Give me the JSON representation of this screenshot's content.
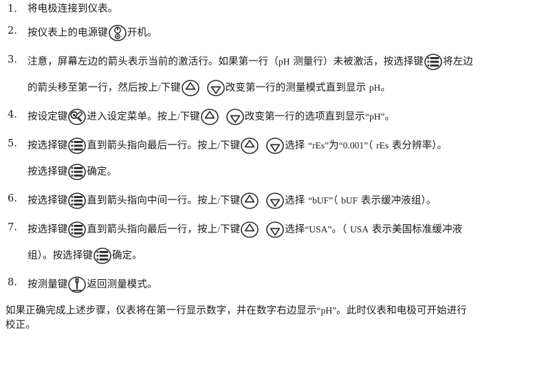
{
  "document": {
    "type": "instruction-manual-page",
    "language": "zh-CN",
    "background_color": "#ffffff",
    "text_color": "#1a1a1a"
  },
  "icons": {
    "power": {
      "name": "power-key-icon",
      "label": "电源键"
    },
    "select": {
      "name": "select-key-icon",
      "label": "选择键"
    },
    "up": {
      "name": "up-arrow-key-icon",
      "label": "上键"
    },
    "down": {
      "name": "down-arrow-key-icon",
      "label": "下键"
    },
    "setup": {
      "name": "setup-key-icon",
      "label": "设定键"
    },
    "measure": {
      "name": "measure-key-icon",
      "label": "测量键"
    }
  },
  "steps": [
    {
      "num": "1.",
      "lines": [
        {
          "parts": [
            {
              "kind": "text",
              "value": "将电极连接到仪表。"
            }
          ]
        }
      ]
    },
    {
      "num": "2.",
      "lines": [
        {
          "parts": [
            {
              "kind": "text",
              "value": "按仪表上的电源键"
            },
            {
              "kind": "icon",
              "value": "power"
            },
            {
              "kind": "text",
              "value": "开机。"
            }
          ]
        }
      ]
    },
    {
      "num": "3.",
      "lines": [
        {
          "parts": [
            {
              "kind": "text",
              "value": "注意，屏幕左边的箭头表示当前的激活行。如果第一行（"
            },
            {
              "kind": "latin",
              "value": "pH"
            },
            {
              "kind": "text",
              "value": " 测量行）未被激活，按选择键"
            },
            {
              "kind": "icon",
              "value": "select"
            },
            {
              "kind": "text",
              "value": "将左边"
            }
          ]
        },
        {
          "parts": [
            {
              "kind": "text",
              "value": "的箭头移至第一行，然后按上"
            },
            {
              "kind": "latin",
              "value": "/"
            },
            {
              "kind": "text",
              "value": "下键"
            },
            {
              "kind": "icon",
              "value": "up"
            },
            {
              "kind": "gap",
              "value": "md"
            },
            {
              "kind": "icon",
              "value": "down"
            },
            {
              "kind": "text",
              "value": "改变第一行的测量模式直到显示 "
            },
            {
              "kind": "latin",
              "value": "pH"
            },
            {
              "kind": "text",
              "value": "。"
            }
          ]
        }
      ]
    },
    {
      "num": "4.",
      "lines": [
        {
          "parts": [
            {
              "kind": "text",
              "value": "按设定键"
            },
            {
              "kind": "icon",
              "value": "setup"
            },
            {
              "kind": "text",
              "value": "进入设定菜单。按上"
            },
            {
              "kind": "latin",
              "value": "/"
            },
            {
              "kind": "text",
              "value": "下键"
            },
            {
              "kind": "icon",
              "value": "up"
            },
            {
              "kind": "gap",
              "value": "md"
            },
            {
              "kind": "icon",
              "value": "down"
            },
            {
              "kind": "text",
              "value": "改变第一行的选项直到显示"
            },
            {
              "kind": "latin",
              "value": "“pH”"
            },
            {
              "kind": "text",
              "value": "。"
            }
          ]
        }
      ]
    },
    {
      "num": "5.",
      "lines": [
        {
          "parts": [
            {
              "kind": "text",
              "value": "按选择键"
            },
            {
              "kind": "icon",
              "value": "select"
            },
            {
              "kind": "text",
              "value": "直到箭头指向最后一行。按上"
            },
            {
              "kind": "latin",
              "value": "/"
            },
            {
              "kind": "text",
              "value": "下键"
            },
            {
              "kind": "icon",
              "value": "up"
            },
            {
              "kind": "gap",
              "value": "md"
            },
            {
              "kind": "icon",
              "value": "down"
            },
            {
              "kind": "text",
              "value": "选择 "
            },
            {
              "kind": "latin",
              "value": "“rEs”"
            },
            {
              "kind": "text",
              "value": "为"
            },
            {
              "kind": "latin",
              "value": "“0.001”"
            },
            {
              "kind": "text",
              "value": "（ "
            },
            {
              "kind": "latin",
              "value": "rEs"
            },
            {
              "kind": "text",
              "value": " 表分辨率）。"
            }
          ]
        },
        {
          "parts": [
            {
              "kind": "text",
              "value": "按选择键"
            },
            {
              "kind": "icon",
              "value": "select"
            },
            {
              "kind": "text",
              "value": "确定。"
            }
          ]
        }
      ]
    },
    {
      "num": "6.",
      "lines": [
        {
          "parts": [
            {
              "kind": "text",
              "value": "按选择键"
            },
            {
              "kind": "icon",
              "value": "select"
            },
            {
              "kind": "text",
              "value": "直到箭头指向中间一行。按上"
            },
            {
              "kind": "latin",
              "value": "/"
            },
            {
              "kind": "text",
              "value": "下键"
            },
            {
              "kind": "icon",
              "value": "up"
            },
            {
              "kind": "gap",
              "value": "md"
            },
            {
              "kind": "icon",
              "value": "down"
            },
            {
              "kind": "text",
              "value": "选择 "
            },
            {
              "kind": "latin",
              "value": "“bUF”"
            },
            {
              "kind": "text",
              "value": "（ "
            },
            {
              "kind": "latin",
              "value": "bUF"
            },
            {
              "kind": "text",
              "value": " 表示缓冲液组）。"
            }
          ]
        }
      ]
    },
    {
      "num": "7.",
      "lines": [
        {
          "parts": [
            {
              "kind": "text",
              "value": "按选择键"
            },
            {
              "kind": "icon",
              "value": "select"
            },
            {
              "kind": "text",
              "value": "直到箭头指向最后一行，按上"
            },
            {
              "kind": "latin",
              "value": "/"
            },
            {
              "kind": "text",
              "value": "下键"
            },
            {
              "kind": "icon",
              "value": "up"
            },
            {
              "kind": "gap",
              "value": "md"
            },
            {
              "kind": "icon",
              "value": "down"
            },
            {
              "kind": "text",
              "value": "选择"
            },
            {
              "kind": "latin",
              "value": "“USA”"
            },
            {
              "kind": "text",
              "value": "。（ "
            },
            {
              "kind": "latin",
              "value": "USA"
            },
            {
              "kind": "text",
              "value": " 表示美国标准缓冲液"
            }
          ]
        },
        {
          "parts": [
            {
              "kind": "text",
              "value": "组）。按选择键"
            },
            {
              "kind": "icon",
              "value": "select"
            },
            {
              "kind": "text",
              "value": "确定。"
            }
          ]
        }
      ]
    },
    {
      "num": "8.",
      "lines": [
        {
          "parts": [
            {
              "kind": "text",
              "value": "按测量键"
            },
            {
              "kind": "icon",
              "value": "measure"
            },
            {
              "kind": "text",
              "value": "返回测量模式。"
            }
          ]
        }
      ]
    }
  ],
  "closing_paragraph": {
    "line1_a": "如果正确完成上述步骤，仪表将在第一行显示数字，并在数字右边显示",
    "line1_b": "“pH”",
    "line1_c": "。此时仪表和电极可开始进行",
    "line2": "校正。"
  }
}
